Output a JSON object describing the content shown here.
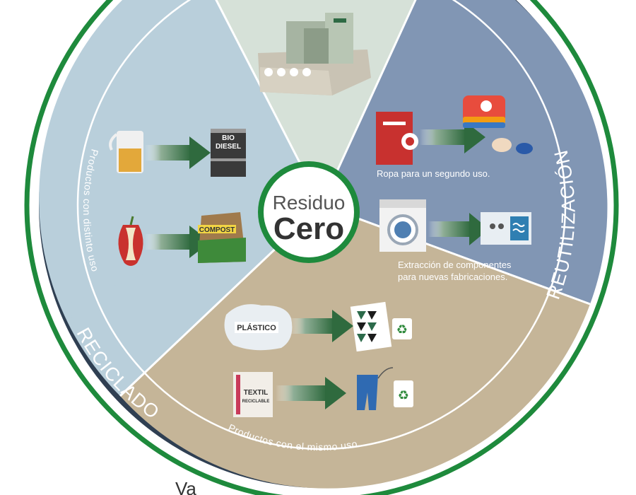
{
  "center": {
    "line1": "Residuo",
    "line2": "Cero"
  },
  "segments": {
    "reciclado": {
      "title": "RECICLADO",
      "subtitle": "Productos con distinto uso"
    },
    "reutilizacion": {
      "title": "REUTILIZACIÓN"
    },
    "mismo_uso": {
      "subtitle": "Productos con el mismo uso"
    }
  },
  "items": {
    "biodiesel": {
      "line1": "BIO",
      "line2": "DIESEL"
    },
    "compost": {
      "label": "COMPOST"
    },
    "plastico": {
      "label": "PLÁSTICO"
    },
    "textil": {
      "line1": "TEXTIL",
      "line2": "RECICLABLE"
    },
    "ropa": {
      "caption": "Ropa para un segundo uso."
    },
    "extraccion": {
      "caption_line1": "Extracción de componentes",
      "caption_line2": "para nuevas fabricaciones."
    }
  },
  "bottom_partial": {
    "text": "Va"
  },
  "colors": {
    "ring_green": "#1e8a3c",
    "recycle_blue": "#b9cfdb",
    "reuse_blue": "#8196b4",
    "top_green": "#d6e1d8",
    "bottom_beige": "#c5b598",
    "arrow_green": "#3d6d47"
  }
}
